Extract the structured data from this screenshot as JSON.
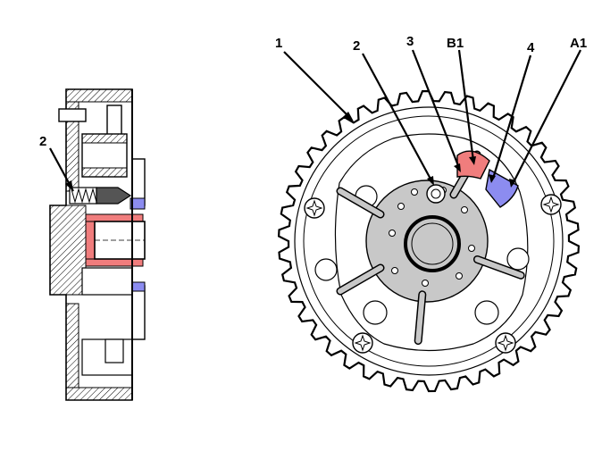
{
  "figure": {
    "left_view_labels": {
      "part2": "2"
    },
    "right_view_labels": {
      "part1": "1",
      "part2": "2",
      "part3": "3",
      "partB1": "B1",
      "part4": "4",
      "partA1": "A1"
    },
    "colors": {
      "chamber_B": "#f07d7d",
      "chamber_A": "#8c8cf0",
      "rotor": "#c8c8c8",
      "line": "#000000",
      "background": "#ffffff"
    }
  }
}
